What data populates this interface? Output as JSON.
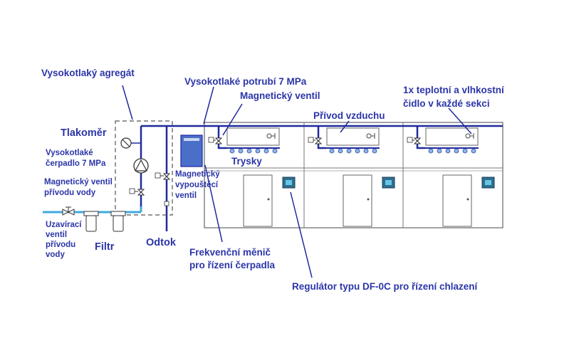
{
  "labels": {
    "aggregate": "Vysokotlaký agregát",
    "hp_pipe": "Vysokotlaké potrubí 7 MPa",
    "solenoid": "Magnetický ventil",
    "air_supply": "Přívod vzduchu",
    "sensor_line1": "1x teplotní a vlhkostní",
    "sensor_line2": "čidlo v každé sekci",
    "gauge": "Tlakoměr",
    "pump_line1": "Vysokotlaké",
    "pump_line2": "čerpadlo 7 MPa",
    "inlet_valve_line1": "Magnetický ventil",
    "inlet_valve_line2": "přívodu vody",
    "drain_valve_line1": "Magnetický",
    "drain_valve_line2": "vypouštěcí",
    "drain_valve_line3": "ventil",
    "nozzles": "Trysky",
    "shutoff_line1": "Uzavírací",
    "shutoff_line2": "ventil",
    "shutoff_line3": "přívodu",
    "shutoff_line4": "vody",
    "filter": "Filtr",
    "drain": "Odtok",
    "vfd_line1": "Frekvenční měnič",
    "vfd_line2": "pro řízení čerpadla",
    "regulator": "Regulátor typu DF-0C pro řízení chlazení"
  },
  "colors": {
    "label": "#2b35a8",
    "pipe": "#1f2a9c",
    "water": "#3fa8e0",
    "outline": "#444444",
    "panel": "#4a6fc8"
  }
}
